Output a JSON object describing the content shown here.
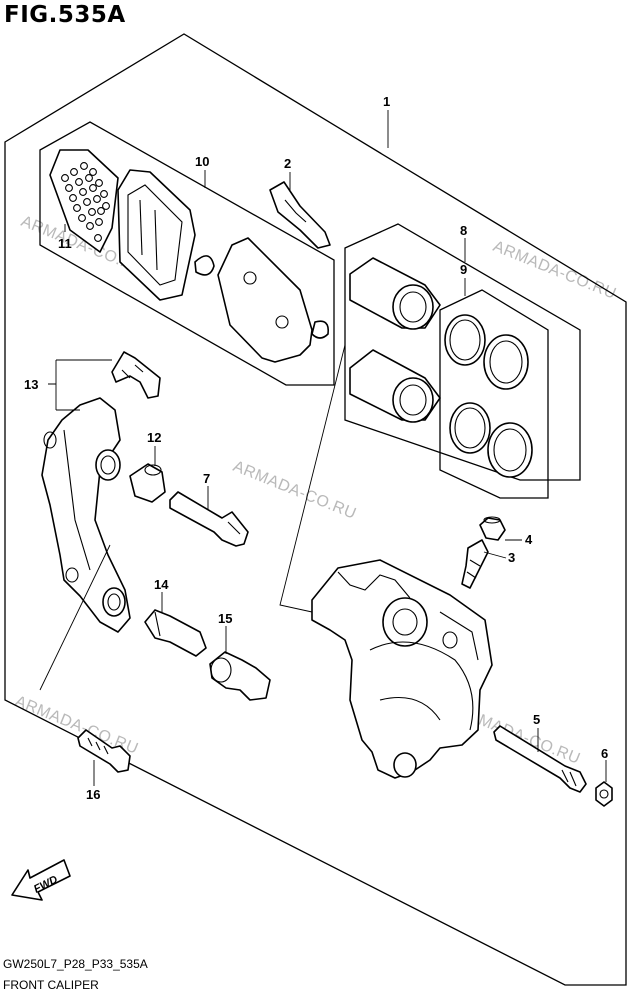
{
  "figure": {
    "title": "FIG.535A",
    "code": "GW250L7_P28_P33_535A",
    "caption": "FRONT CALIPER",
    "direction_label": "FWD"
  },
  "watermarks": [
    "ARMADA-CO.RU",
    "ARMADA-CO.RU",
    "ARMADA-CO.RU",
    "ARMADA-CO.RU",
    "ARMADA-CO.RU"
  ],
  "callouts": [
    "1",
    "2",
    "3",
    "4",
    "5",
    "6",
    "7",
    "8",
    "9",
    "10",
    "11",
    "12",
    "13",
    "14",
    "15",
    "16"
  ]
}
